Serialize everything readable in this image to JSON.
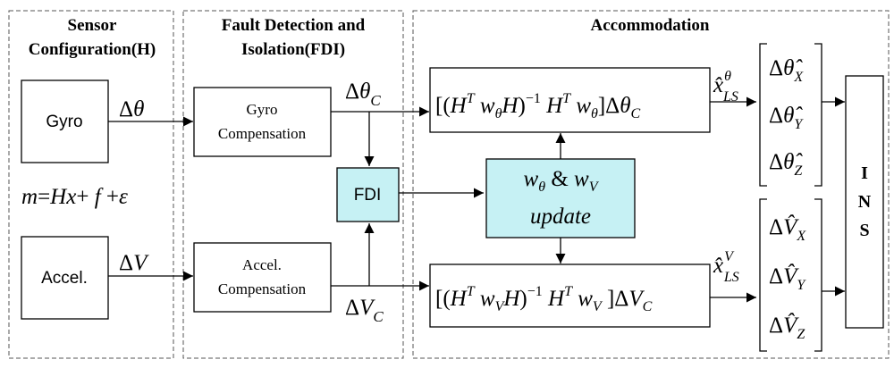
{
  "sections": {
    "sensor_line1": "Sensor",
    "sensor_line2": "Configuration(H)",
    "fdi_line1": "Fault Detection and",
    "fdi_line2": "Isolation(FDI)",
    "accommodation": "Accommodation"
  },
  "blocks": {
    "gyro": "Gyro",
    "accel": "Accel.",
    "gyro_comp_line1": "Gyro",
    "gyro_comp_line2": "Compensation",
    "accel_comp_line1": "Accel.",
    "accel_comp_line2": "Compensation",
    "fdi": "FDI",
    "weight_update_line2": "update",
    "ins": [
      "I",
      "N",
      "S"
    ]
  },
  "colors": {
    "highlight_fill": "#c6f1f4"
  }
}
